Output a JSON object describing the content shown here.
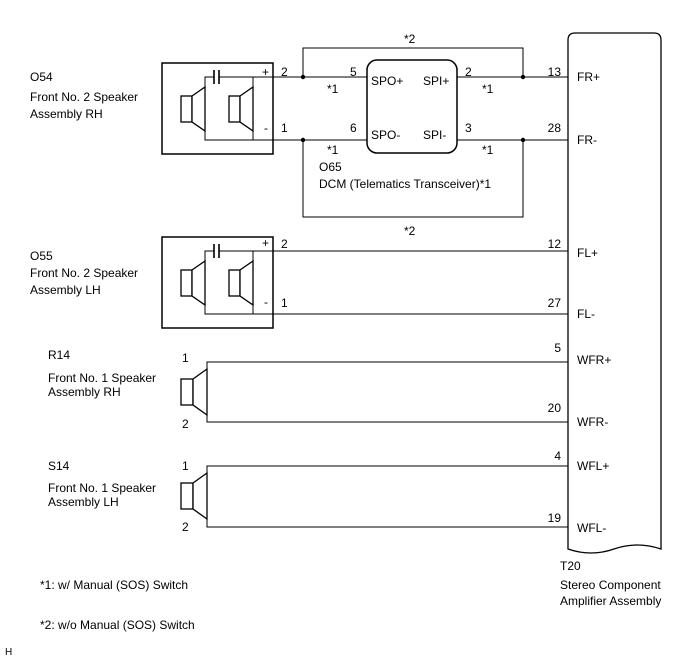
{
  "page_marker": "H",
  "variant_marks": {
    "bypass_top": "*2",
    "bypass_bottom": "*2",
    "spo_plus": "*1",
    "spo_minus": "*1",
    "spi_plus": "*1",
    "spi_minus": "*1"
  },
  "o54": {
    "code": "O54",
    "name": [
      "Front No. 2 Speaker",
      "Assembly RH"
    ],
    "polarity": {
      "plus": "+",
      "minus": "-"
    },
    "pins": {
      "plus": "2",
      "minus": "1"
    }
  },
  "o65": {
    "code": "O65",
    "name": "DCM (Telematics Transceiver)*1",
    "terminals": {
      "spo_plus": "SPO+",
      "spi_plus": "SPI+",
      "spo_minus": "SPO-",
      "spi_minus": "SPI-"
    },
    "pins": {
      "spo_plus": "5",
      "spo_minus": "6",
      "spi_plus": "2",
      "spi_minus": "3"
    }
  },
  "o55": {
    "code": "O55",
    "name": [
      "Front No. 2 Speaker",
      "Assembly LH"
    ],
    "polarity": {
      "plus": "+",
      "minus": "-"
    },
    "pins": {
      "plus": "2",
      "minus": "1"
    }
  },
  "r14": {
    "code": "R14",
    "name": [
      "Front No. 1 Speaker",
      "Assembly RH"
    ],
    "pins": {
      "plus": "1",
      "minus": "2"
    }
  },
  "s14": {
    "code": "S14",
    "name": [
      "Front No. 1 Speaker",
      "Assembly LH"
    ],
    "pins": {
      "plus": "1",
      "minus": "2"
    }
  },
  "t20": {
    "code": "T20",
    "name": [
      "Stereo Component",
      "Amplifier Assembly"
    ],
    "terminals": [
      {
        "pin": "13",
        "label": "FR+"
      },
      {
        "pin": "28",
        "label": "FR-"
      },
      {
        "pin": "12",
        "label": "FL+"
      },
      {
        "pin": "27",
        "label": "FL-"
      },
      {
        "pin": "5",
        "label": "WFR+"
      },
      {
        "pin": "20",
        "label": "WFR-"
      },
      {
        "pin": "4",
        "label": "WFL+"
      },
      {
        "pin": "19",
        "label": "WFL-"
      }
    ]
  },
  "notes": [
    "*1: w/ Manual (SOS) Switch",
    "*2: w/o Manual (SOS) Switch"
  ]
}
